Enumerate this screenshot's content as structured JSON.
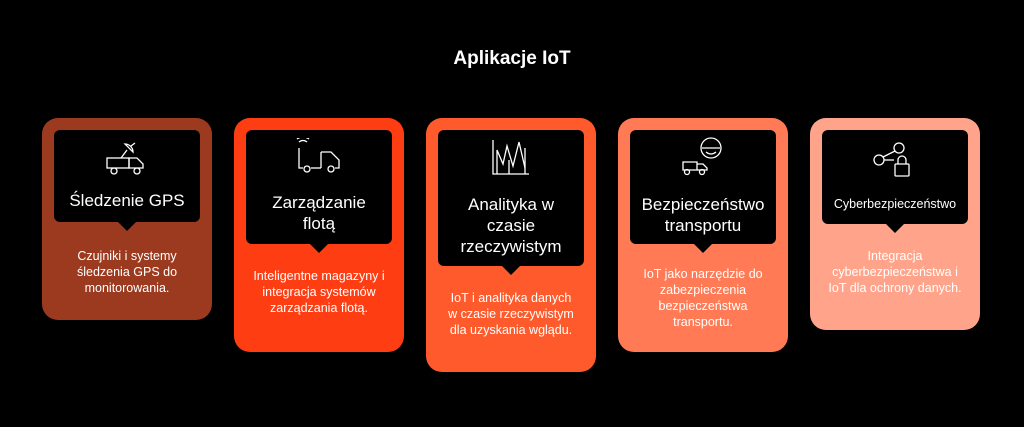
{
  "title": "Aplikacje IoT",
  "cards": [
    {
      "heading": "Śledzenie GPS",
      "description": "Czujniki i systemy śledzenia GPS do monitorowania.",
      "color": "#9b3a1f",
      "icon": "satellite-truck-icon"
    },
    {
      "heading": "Zarządzanie flotą",
      "description": "Inteligentne magazyny i integracja systemów zarządzania flotą.",
      "color": "#ff3d12",
      "icon": "connected-truck-icon"
    },
    {
      "heading": "Analityka w czasie rzeczywistym",
      "description": "IoT i analityka danych w czasie rzeczywistym dla uzyskania wglądu.",
      "color": "#ff5a2c",
      "icon": "analytics-chart-icon"
    },
    {
      "heading": "Bezpieczeństwo transportu",
      "description": "IoT jako narzędzie do zabezpieczenia bezpieczeństwa transportu.",
      "color": "#ff7a55",
      "icon": "safety-truck-icon"
    },
    {
      "heading": "Cyberbezpieczeństwo",
      "description": "Integracja cyberbezpieczeństwa i IoT dla ochrony danych.",
      "color": "#ffa48a",
      "icon": "lock-network-icon"
    }
  ]
}
